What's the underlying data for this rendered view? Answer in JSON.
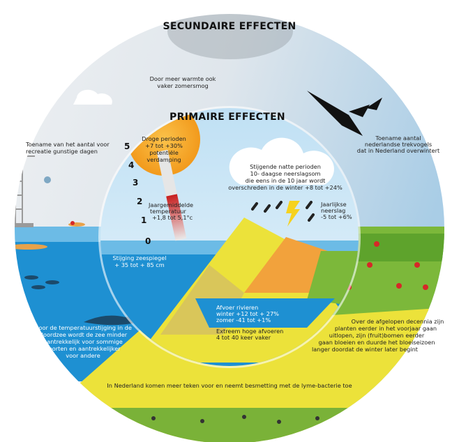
{
  "titles": {
    "outer": "SECUNDAIRE EFFECTEN",
    "inner": "PRIMAIRE EFFECTEN"
  },
  "secondary": {
    "smog": [
      "Door meer warmte ook",
      "vaker zomersmog"
    ],
    "recreation": [
      "Toename van het aantal voor",
      "recreatie gunstige dagen"
    ],
    "birds": [
      "Toename aantal",
      "nederlandse trekvogels",
      "dat in Nederland overwintert"
    ],
    "northsea": [
      "Door de temperatuurstijging in de",
      "Noordzee wordt de zee minder",
      "aantrekkelijk voor sommige",
      "soorten en aantrekkelijker",
      "voor andere"
    ],
    "plants": [
      "Over de afgelopen decennia zijn",
      "planten eerder in het voorjaar gaan",
      "uitlopen, zijn (fruit)bomen eerder",
      "gaan bloeien en duurde het bloeiseizoen",
      "langer doordat de winter later begint"
    ],
    "ticks": "In Nederland komen meer teken voor en neemt besmetting met de lyme-bacterie toe"
  },
  "primary": {
    "drought": [
      "Droge perioden",
      "+7 tot +30%",
      "potentiële",
      "verdamping"
    ],
    "wet": [
      "Stijgende natte perioden",
      "10- daagse neerslagsom",
      "die eens in de 10 jaar wordt",
      "overschreden in de winter +8 tot +24%"
    ],
    "precip": [
      "Jaarlijkse",
      "neerslag",
      "-5 tot +6%"
    ],
    "temperature": [
      "Jaargemiddelde",
      "temperatuur",
      "+1,8 tot 5,1°c"
    ],
    "thermometer_scale": [
      "5",
      "4",
      "3",
      "2",
      "1",
      "0"
    ],
    "sealevel": [
      "Stijging zeespiegel",
      "+ 35 tot + 85 cm"
    ],
    "rivers": [
      "Afvoer rivieren",
      "winter  +12 tot + 27%",
      "zomer    -41 tot +1%"
    ],
    "extreme": [
      "Extreem hoge afvoeren",
      "4 tot 40 keer vaker"
    ]
  },
  "colors": {
    "sea": "#1e90d2",
    "yellow": "#ece23a",
    "green": "#7cb83a",
    "sun": "#f5a623"
  }
}
